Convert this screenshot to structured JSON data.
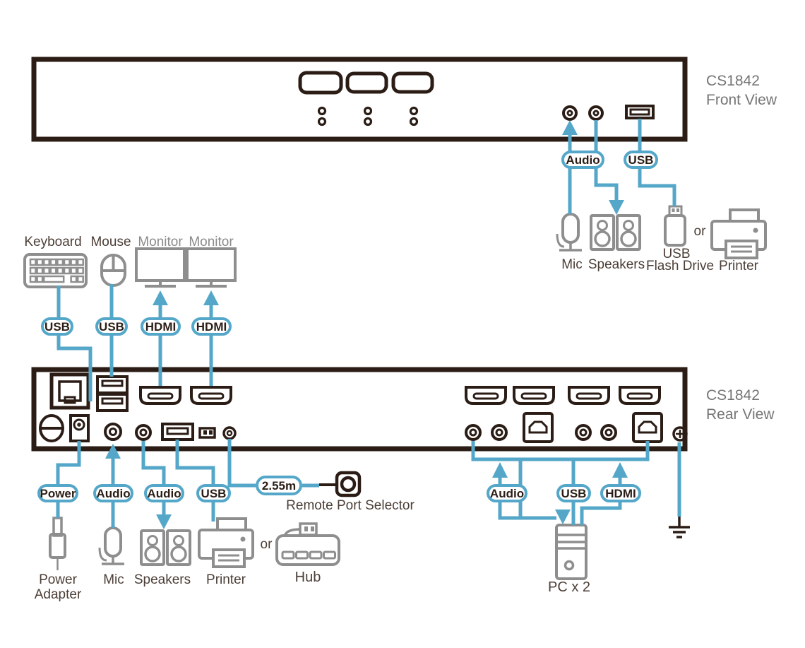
{
  "diagram": {
    "model": "CS1842",
    "front_panel": {
      "title_line1": "CS1842",
      "title_line2": "Front View",
      "audio_tag": "Audio",
      "usb_tag": "USB",
      "peripherals": {
        "mic": "Mic",
        "speakers": "Speakers",
        "flash_line1": "USB",
        "flash_line2": "Flash Drive",
        "or": "or",
        "printer": "Printer"
      }
    },
    "rear_panel": {
      "title_line1": "CS1842",
      "title_line2": "Rear View"
    },
    "console_devices": {
      "keyboard": "Keyboard",
      "mouse": "Mouse",
      "monitor_left": "Monitor",
      "monitor_right": "Monitor",
      "usb_tag_keyboard": "USB",
      "usb_tag_mouse": "USB",
      "hdmi_tag_left": "HDMI",
      "hdmi_tag_right": "HDMI"
    },
    "rear_connections": {
      "power_tag": "Power",
      "audio_tag_mic": "Audio",
      "audio_tag_speakers": "Audio",
      "usb_tag": "USB",
      "cable_length": "2.55m",
      "remote_port_selector": "Remote Port Selector",
      "power_adapter_line1": "Power",
      "power_adapter_line2": "Adapter",
      "mic": "Mic",
      "speakers": "Speakers",
      "printer": "Printer",
      "or": "or",
      "hub": "Hub"
    },
    "pc_connections": {
      "audio_tag": "Audio",
      "usb_tag": "USB",
      "hdmi_tag": "HDMI",
      "pc_label": "PC x 2"
    },
    "icons": [
      "keyboard-icon",
      "mouse-icon",
      "monitor-icon",
      "mic-icon",
      "speakers-icon",
      "usb-flash-drive-icon",
      "printer-icon",
      "power-adapter-icon",
      "hub-icon",
      "remote-port-selector-icon",
      "pc-tower-icon",
      "ground-icon"
    ],
    "colors": {
      "cable_blue": "#54a7c8",
      "device_dark": "#2b1d16",
      "icon_gray": "#8e8e8e",
      "label_dark": "#4b3e36",
      "label_gray": "#8a8a8a",
      "title_gray": "#757575"
    }
  }
}
